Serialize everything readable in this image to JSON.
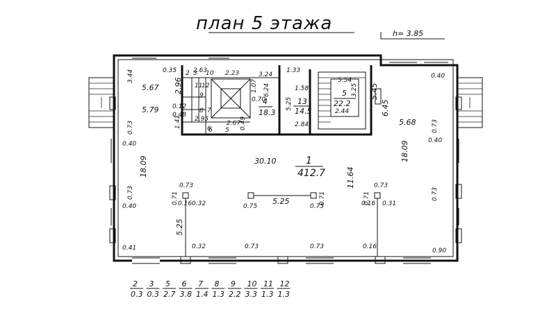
{
  "title": "план 5 этажа",
  "height_note": "h= 3.85",
  "rooms": {
    "main": {
      "number": "1",
      "area": "412.7",
      "width": "30.10"
    },
    "r4": {
      "number": "4",
      "area": "18.3",
      "side": "6.24"
    },
    "r5": {
      "number": "5",
      "area": "22.2",
      "w": "2.44",
      "h": "3.25",
      "top": "5.54"
    },
    "r13": {
      "number": "13",
      "area": "14.5",
      "top": "1.58",
      "side": "5.25",
      "bottom": "2.84"
    }
  },
  "dims": {
    "d035": "0.35",
    "d263": "2.63",
    "d223": "2.23",
    "d324": "3.24",
    "d133": "1.33",
    "d344": "3.44",
    "d567": "5.67",
    "d579": "5.79",
    "d296": "2.96",
    "d012": "0.12",
    "d048": "0.48",
    "d141": "1.41",
    "d295": "2.95",
    "d267": "2.67",
    "d6": "6",
    "d5": "5",
    "d049": "0.49",
    "d070": "0.70",
    "d107": "1.07",
    "d545": "5.45",
    "d645": "6.45",
    "d568": "5.68",
    "d1809l": "18.09",
    "d1809r": "18.09",
    "d1164": "11.64",
    "d040tr": "0.40",
    "d040r": "0.40",
    "d073r1": "0.73",
    "d073r2": "0.73",
    "d090": "0.90",
    "d073l1": "0.73",
    "d040l1": "0.40",
    "d040l2": "0.40",
    "d073l2": "0.73",
    "d041": "0.41",
    "c073a": "0.73",
    "c071a": "0.71",
    "c016a": "0.16",
    "c032a": "0.32",
    "c525": "5.25",
    "c032b": "0.32",
    "m075l": "0.75",
    "m525": "5.25",
    "m075r": "0.75",
    "m071": "0.71",
    "c073b": "0.73",
    "c071b": "0.71",
    "c016b": "0.16",
    "c031": "0.31",
    "b073a": "0.73",
    "b073b": "0.73",
    "b016": "0.16"
  },
  "small_rooms": [
    "2",
    "3",
    "6",
    "7",
    "8",
    "9",
    "10",
    "11",
    "12"
  ],
  "legend": [
    {
      "num": "2",
      "area": "0.3"
    },
    {
      "num": "3",
      "area": "0.3"
    },
    {
      "num": "5",
      "area": "2.7"
    },
    {
      "num": "6",
      "area": "3.8"
    },
    {
      "num": "7",
      "area": "1.4"
    },
    {
      "num": "8",
      "area": "1.3"
    },
    {
      "num": "9",
      "area": "2.2"
    },
    {
      "num": "10",
      "area": "3.3"
    },
    {
      "num": "11",
      "area": "1.3"
    },
    {
      "num": "12",
      "area": "1.3"
    }
  ]
}
